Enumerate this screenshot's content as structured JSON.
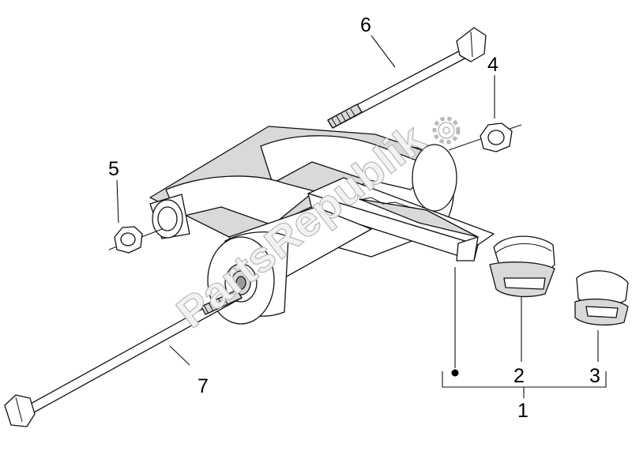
{
  "diagram": {
    "watermark": "PartsRepublik",
    "callouts": {
      "p1": "1",
      "p2": "2",
      "p3": "3",
      "p4": "4",
      "p5": "5",
      "p6": "6",
      "p7": "7"
    },
    "icons": {
      "watermark_gear": "gear-icon",
      "group_marker": "filled-dot"
    }
  }
}
